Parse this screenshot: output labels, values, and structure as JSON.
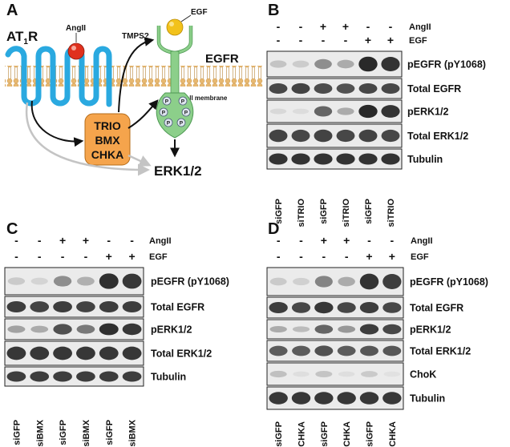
{
  "panel_a": {
    "letter": "A",
    "receptor_label": "AT",
    "receptor_sub": "1",
    "receptor_suffix": "R",
    "ligand_angii": "AngII",
    "tmps_label": "TMPS?",
    "egf_label": "EGF",
    "egfr_label": "EGFR",
    "membrane_label": "Cell membrane",
    "kinases": [
      "TRIO",
      "BMX",
      "CHKA"
    ],
    "erk_label": "ERK1/2",
    "phospho_label": "P",
    "colors": {
      "receptor": "#2aa9e0",
      "kinase_box": "#f5a44c",
      "egfr": "#8ccf8a",
      "egf": "#f2c21b",
      "angii": "#e0311e",
      "lipid_head": "#e7b870",
      "gray_arrow": "#c4c4c4"
    }
  },
  "panels": [
    {
      "letter": "B",
      "condition_labels": [
        "AngII",
        "EGF"
      ],
      "angii_signs": [
        "-",
        "-",
        "+",
        "+",
        "-",
        "-"
      ],
      "egf_signs": [
        "-",
        "-",
        "-",
        "-",
        "+",
        "+"
      ],
      "rows": [
        "pEGFR (pY1068)",
        "Total EGFR",
        "pERK1/2",
        "Total ERK1/2",
        "Tubulin"
      ],
      "lanes": [
        "siGFP",
        "siTRIO",
        "siGFP",
        "siTRIO",
        "siGFP",
        "siTRIO"
      ],
      "intensity": [
        [
          0.18,
          0.14,
          0.45,
          0.3,
          0.95,
          0.9
        ],
        [
          0.8,
          0.82,
          0.78,
          0.75,
          0.8,
          0.8
        ],
        [
          0.08,
          0.06,
          0.65,
          0.3,
          0.95,
          0.9
        ],
        [
          0.82,
          0.8,
          0.82,
          0.8,
          0.82,
          0.8
        ],
        [
          0.9,
          0.9,
          0.9,
          0.9,
          0.9,
          0.9
        ]
      ]
    },
    {
      "letter": "C",
      "condition_labels": [
        "AngII",
        "EGF"
      ],
      "angii_signs": [
        "-",
        "-",
        "+",
        "+",
        "-",
        "-"
      ],
      "egf_signs": [
        "-",
        "-",
        "-",
        "-",
        "+",
        "+"
      ],
      "rows": [
        "pEGFR (pY1068)",
        "Total EGFR",
        "pERK1/2",
        "Total ERK1/2",
        "Tubulin"
      ],
      "lanes": [
        "siGFP",
        "siBMX",
        "siGFP",
        "siBMX",
        "siGFP",
        "siBMX"
      ],
      "intensity": [
        [
          0.15,
          0.1,
          0.45,
          0.28,
          0.92,
          0.88
        ],
        [
          0.85,
          0.82,
          0.85,
          0.82,
          0.85,
          0.85
        ],
        [
          0.35,
          0.3,
          0.75,
          0.55,
          0.92,
          0.88
        ],
        [
          0.88,
          0.88,
          0.88,
          0.88,
          0.88,
          0.88
        ],
        [
          0.85,
          0.85,
          0.85,
          0.85,
          0.85,
          0.85
        ]
      ]
    },
    {
      "letter": "D",
      "condition_labels": [
        "AngII",
        "EGF"
      ],
      "angii_signs": [
        "-",
        "-",
        "+",
        "+",
        "-",
        "-"
      ],
      "egf_signs": [
        "-",
        "-",
        "-",
        "-",
        "+",
        "+"
      ],
      "rows": [
        "pEGFR (pY1068)",
        "Total EGFR",
        "pERK1/2",
        "Total ERK1/2",
        "ChoK",
        "Tubulin"
      ],
      "lanes": [
        "siGFP",
        "siCHKA",
        "siGFP",
        "siCHKA",
        "siGFP",
        "siCHKA"
      ],
      "intensity": [
        [
          0.15,
          0.12,
          0.5,
          0.3,
          0.9,
          0.85
        ],
        [
          0.85,
          0.8,
          0.88,
          0.8,
          0.85,
          0.8
        ],
        [
          0.3,
          0.22,
          0.65,
          0.4,
          0.85,
          0.8
        ],
        [
          0.7,
          0.7,
          0.75,
          0.7,
          0.72,
          0.72
        ],
        [
          0.2,
          0.05,
          0.18,
          0.05,
          0.15,
          0.04
        ],
        [
          0.88,
          0.88,
          0.88,
          0.88,
          0.88,
          0.88
        ]
      ]
    }
  ]
}
